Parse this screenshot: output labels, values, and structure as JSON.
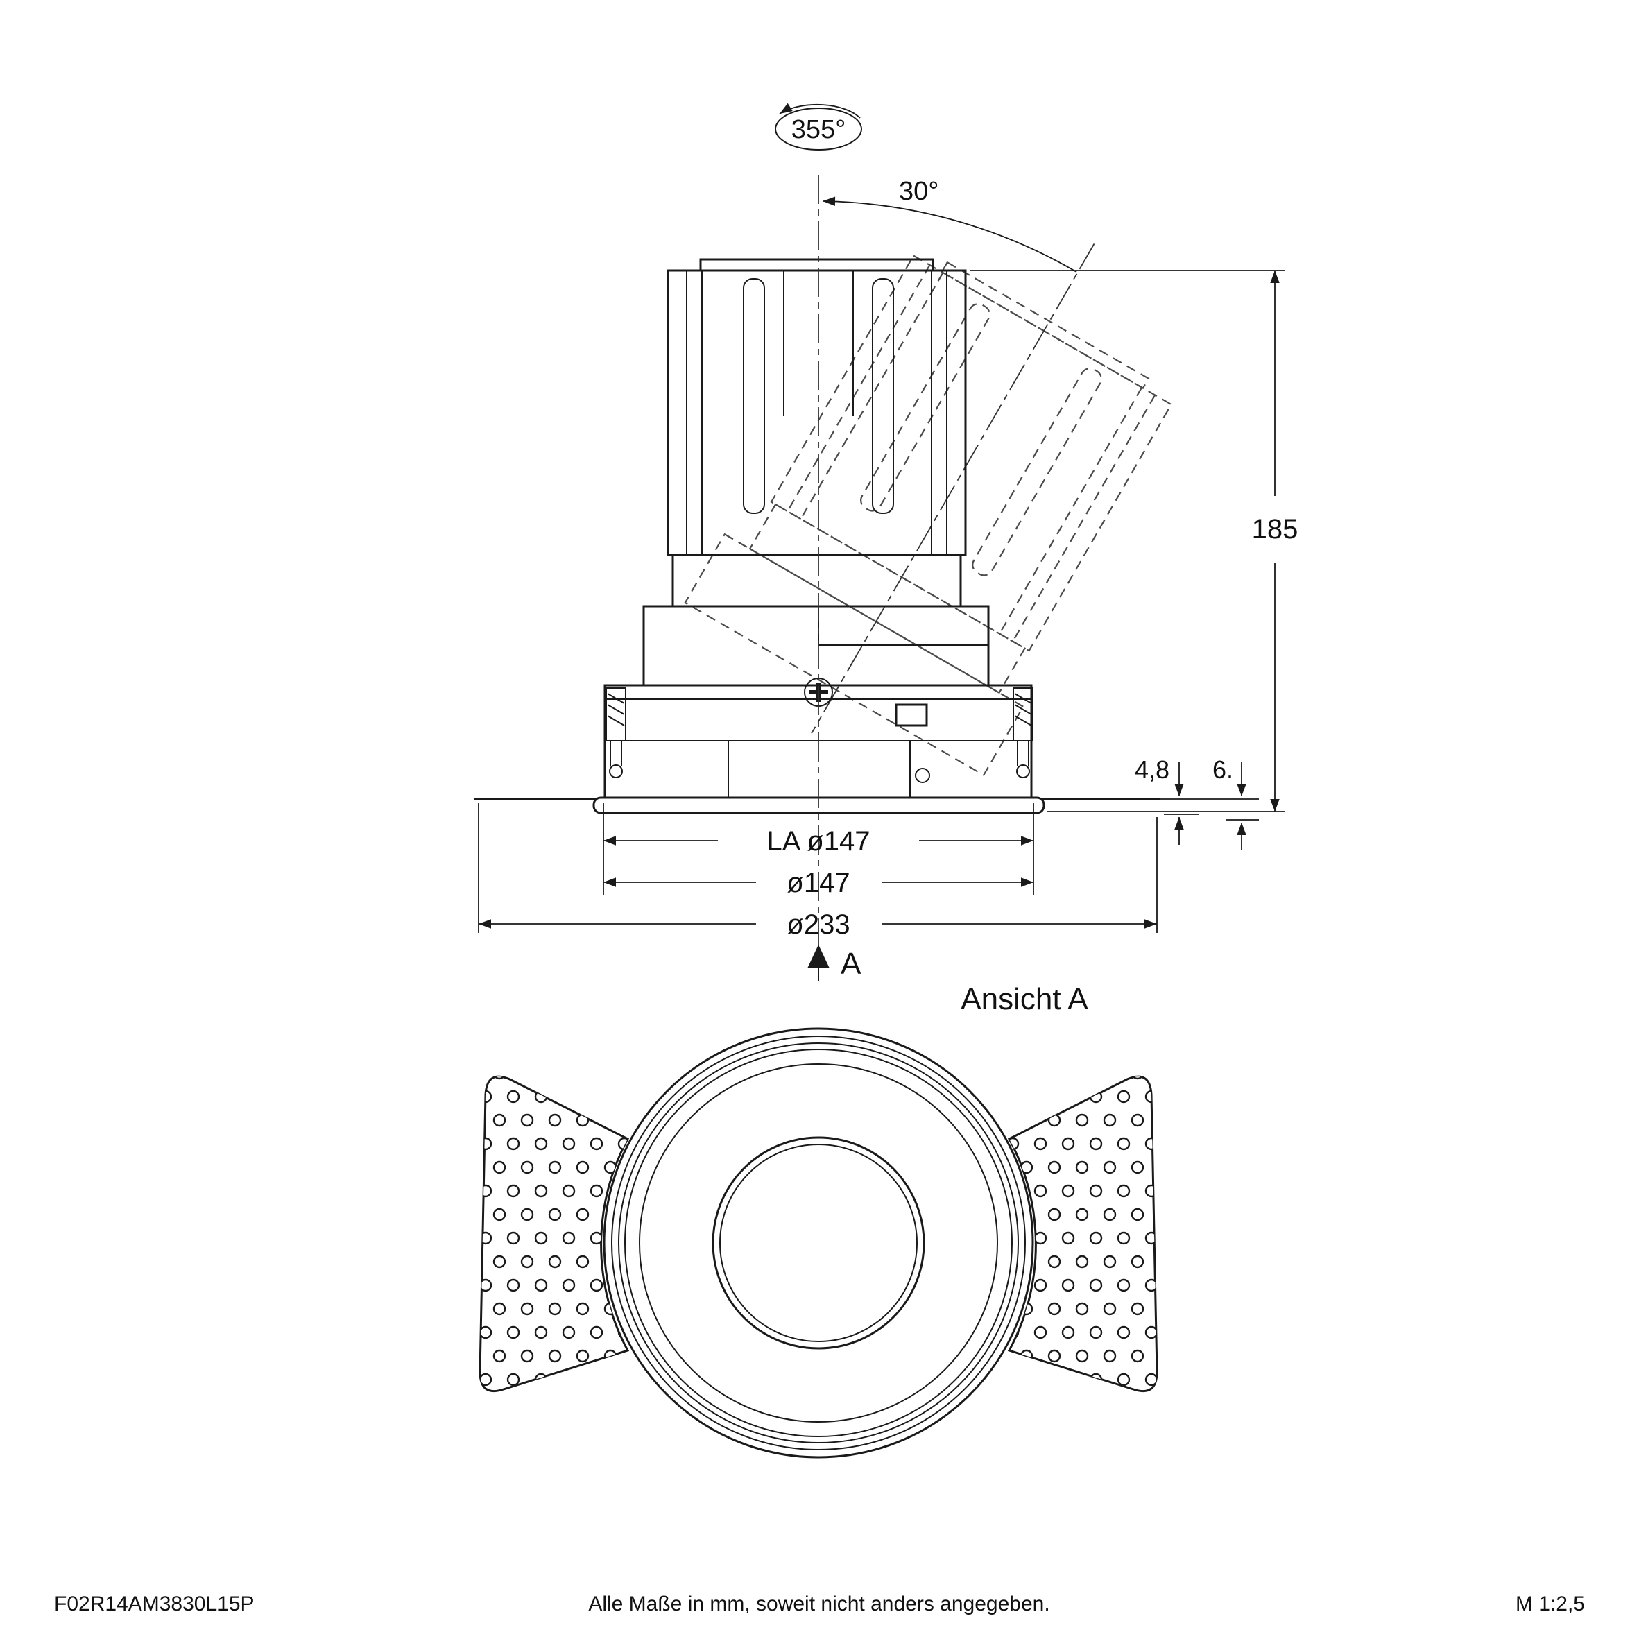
{
  "drawing": {
    "labels": {
      "rotation_range": "355°",
      "tilt_angle": "30°",
      "height": "185",
      "flange_height": "4,8",
      "recess_depth": "6.",
      "cutout_diameter": "LA ø147",
      "trim_diameter": "ø147",
      "overall_diameter": "ø233",
      "section_arrow": "A",
      "view_label": "Ansicht A"
    }
  },
  "footer": {
    "article_number": "F02R14AM3830L15P",
    "note": "Alle Maße in mm, soweit nicht anders angegeben.",
    "scale": "M 1:2,5"
  },
  "colors": {
    "line": "#1a1a1a",
    "background": "#ffffff"
  }
}
